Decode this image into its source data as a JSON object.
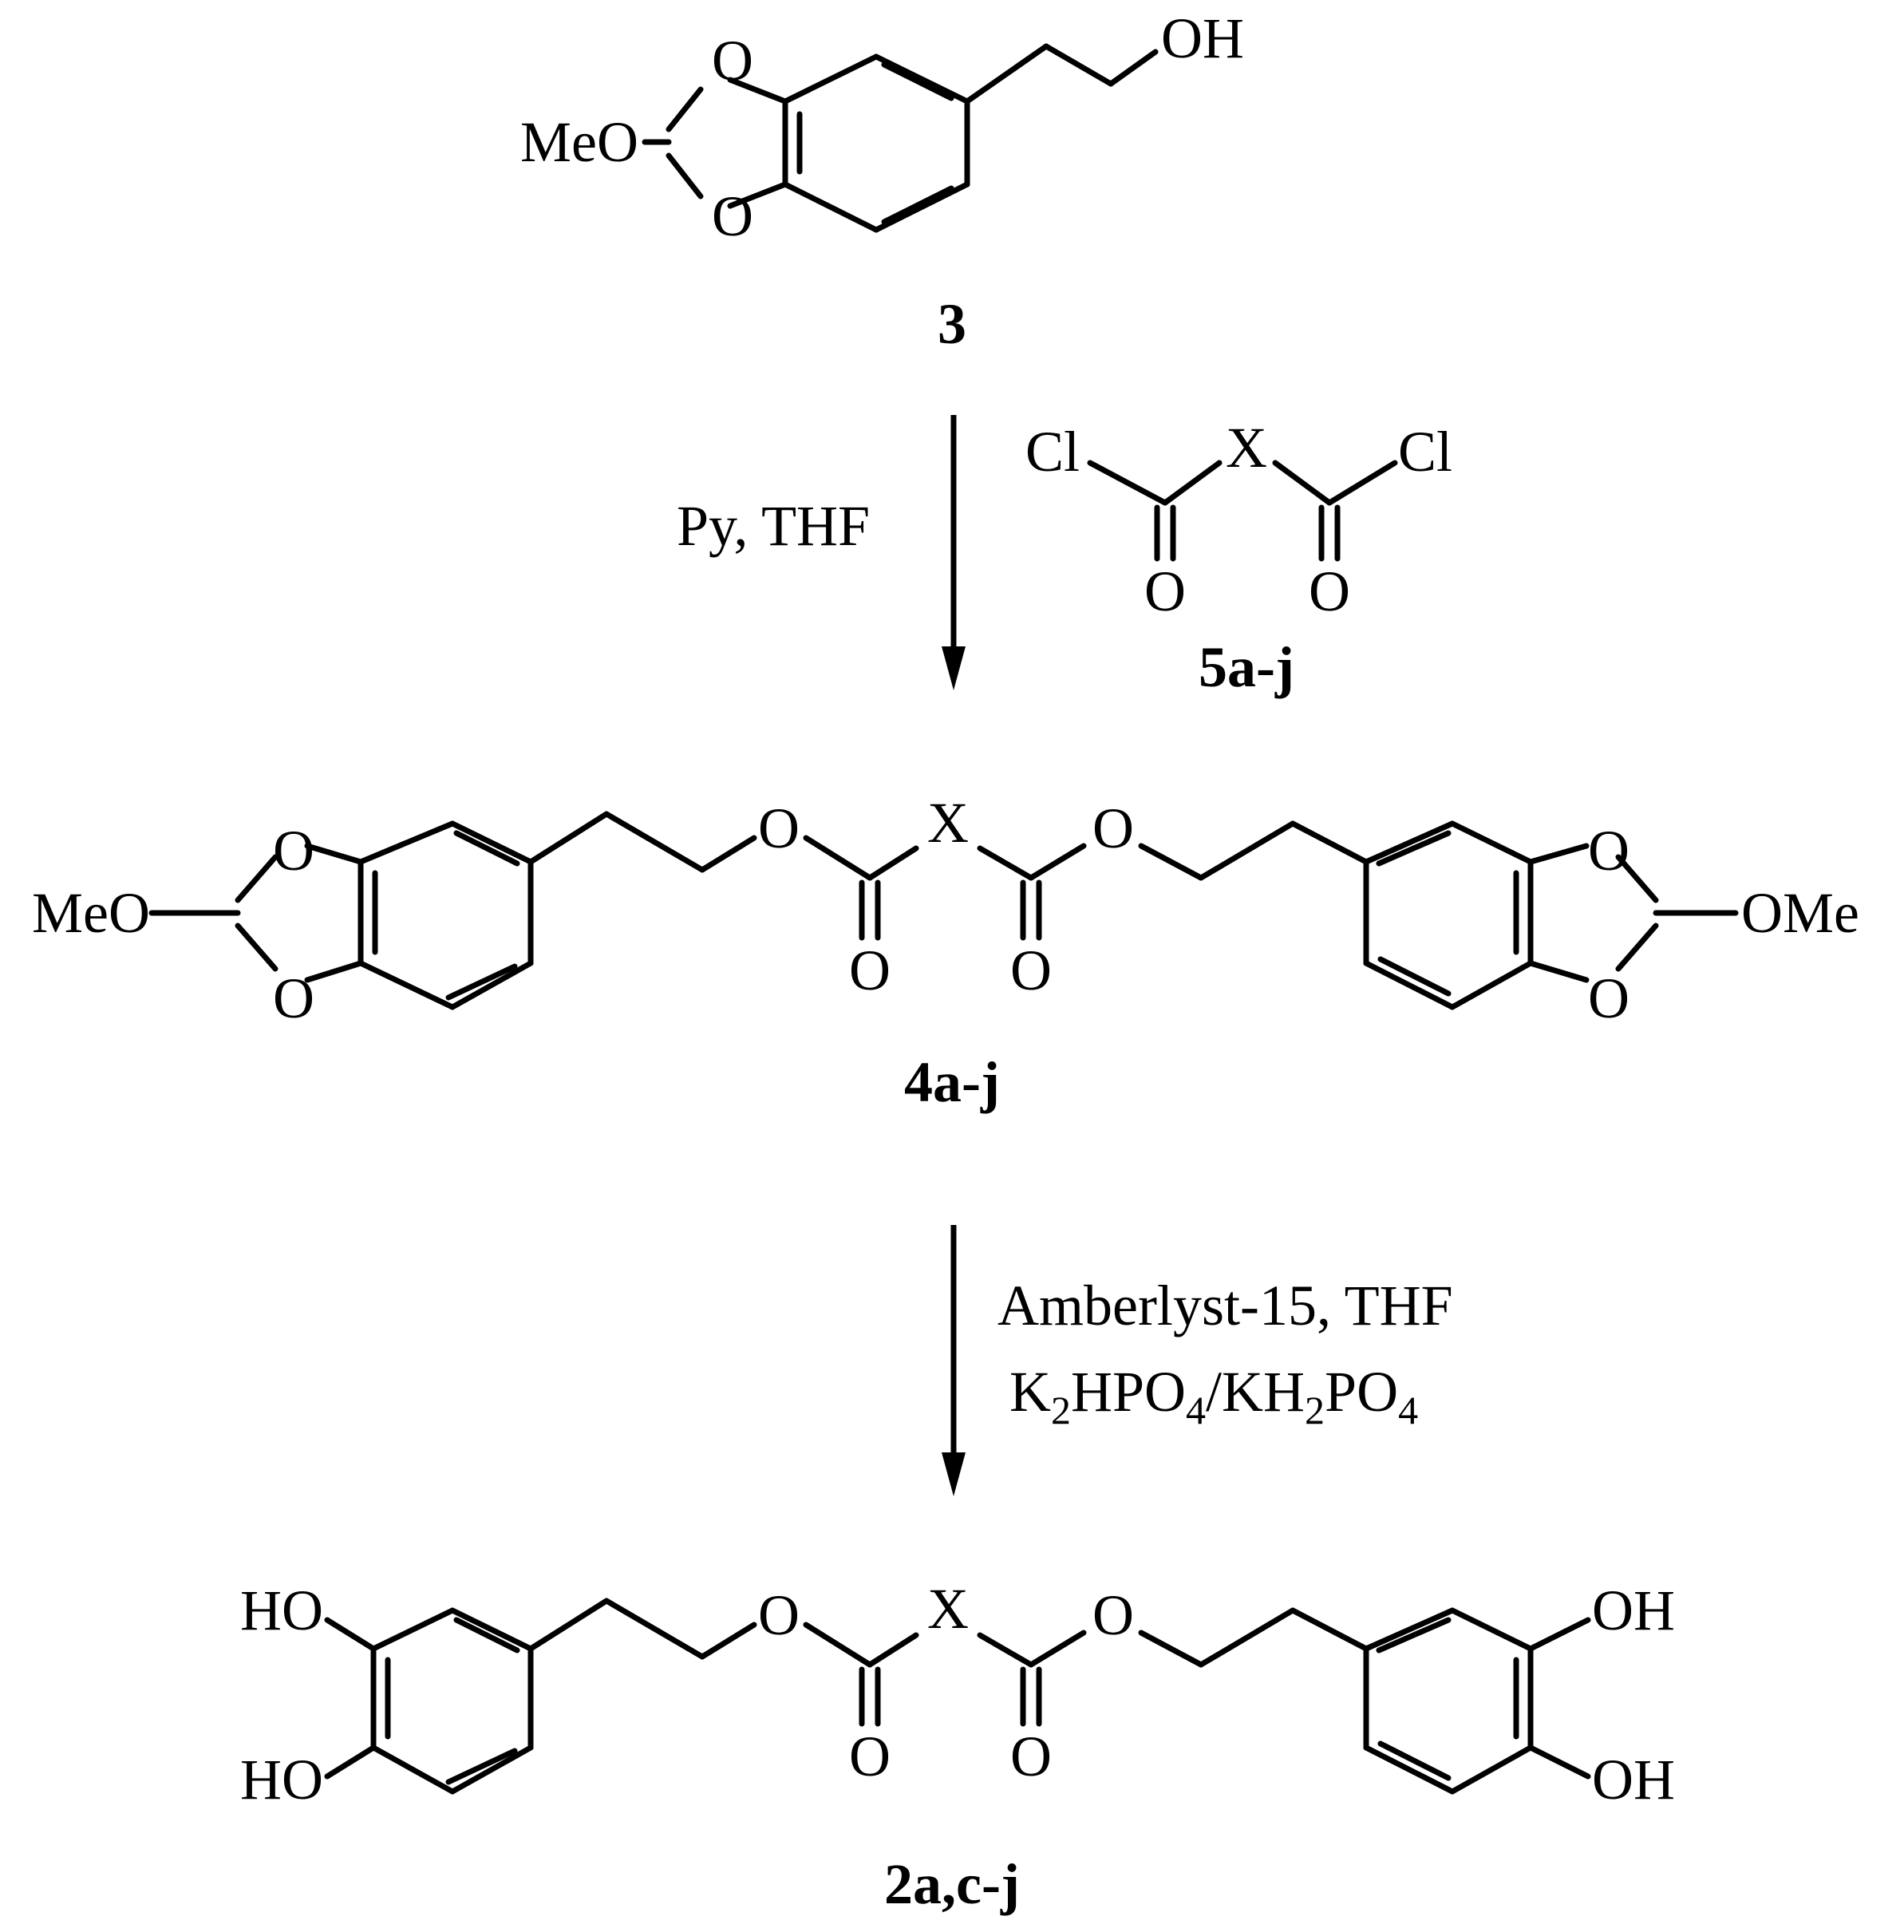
{
  "compounds": {
    "c3": {
      "label": "3",
      "MeO": "MeO",
      "O_top": "O",
      "O_bot": "O",
      "OH": "OH"
    },
    "c5": {
      "label": "5a-j",
      "Cl_left": "Cl",
      "X": "X",
      "Cl_right": "Cl",
      "O_left": "O",
      "O_right": "O"
    },
    "c4": {
      "label": "4a-j",
      "MeO_left": "MeO",
      "O_ring_left_top": "O",
      "O_ring_left_bot": "O",
      "O_ester_left": "O",
      "O_carbonyl_left": "O",
      "X": "X",
      "O_carbonyl_right": "O",
      "O_ester_right": "O",
      "O_ring_right_top": "O",
      "O_ring_right_bot": "O",
      "OMe_right": "OMe"
    },
    "c2": {
      "label": "2a,c-j",
      "HO_top": "HO",
      "HO_bot": "HO",
      "O_ester_left": "O",
      "O_carbonyl_left": "O",
      "X": "X",
      "O_carbonyl_right": "O",
      "O_ester_right": "O",
      "OH_top": "OH",
      "OH_bot": "OH"
    }
  },
  "steps": {
    "step1": {
      "conditions": "Py, THF"
    },
    "step2": {
      "conditions_line1": "Amberlyst-15, THF",
      "line2_parts": [
        "K",
        "2",
        "HPO",
        "4",
        "/KH",
        "2",
        "PO",
        "4"
      ]
    }
  }
}
